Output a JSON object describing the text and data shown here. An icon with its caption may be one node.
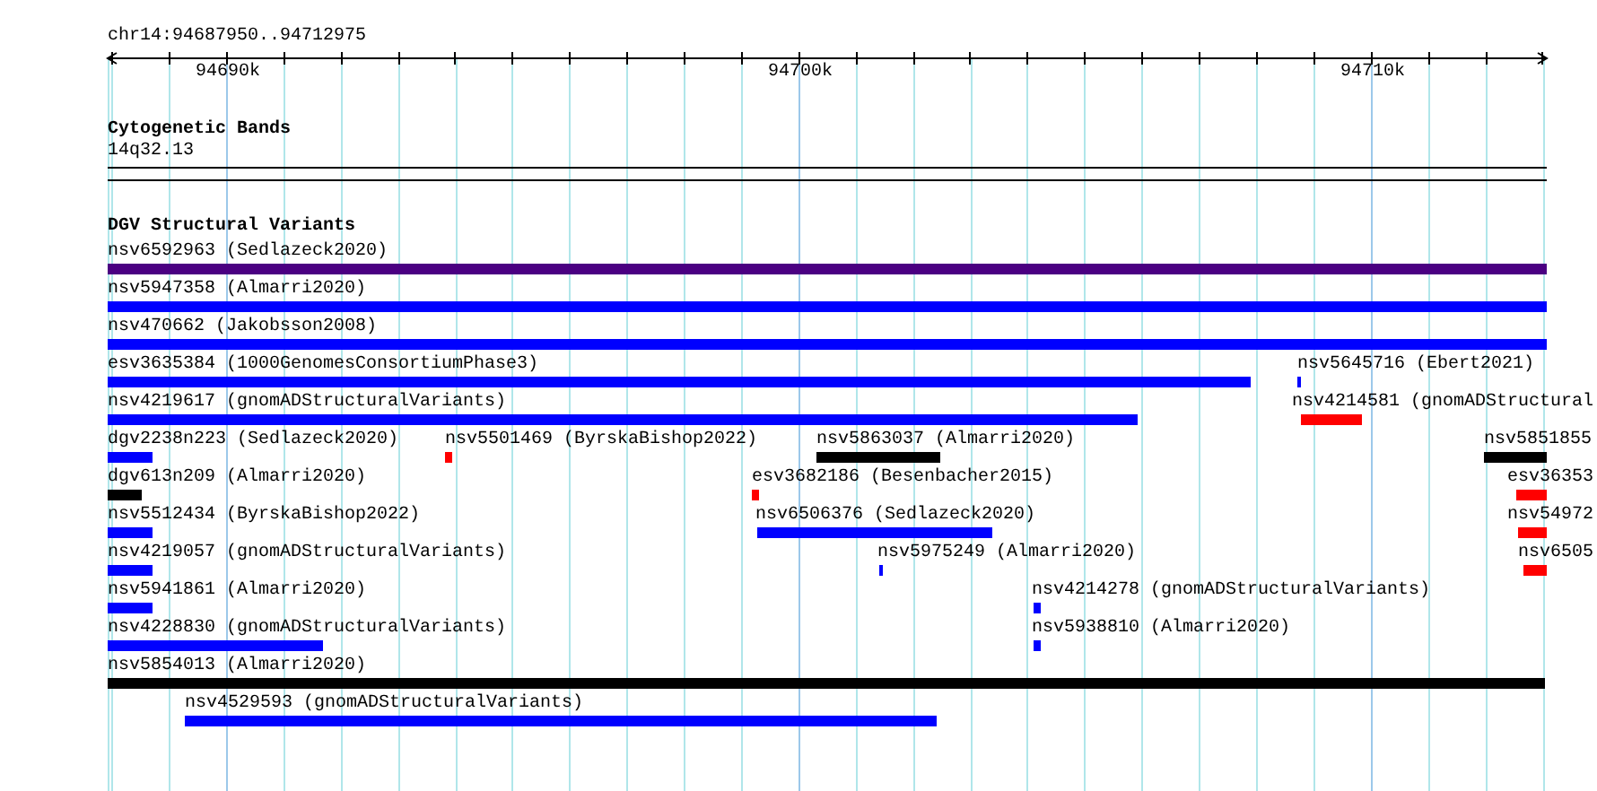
{
  "diagram": {
    "title": "chr14:94687950..94712975",
    "labels": [
      "94690k",
      "94700k",
      "94710k",
      "Cytogenetic Bands",
      "14q32.13",
      "DGV Structural Variants",
      "nsv6592963 (Sedlazeck2020)",
      "nsv5947358 (Almarri2020)",
      "nsv470662 (Jakobsson2008)",
      "esv3635384 (1000GenomesConsortiumPhase3)",
      "nsv5645716 (Ebert2021)",
      "nsv4219617 (gnomADStructuralVariants)",
      "nsv4214581 (gnomADStructural",
      "dgv2238n223 (Sedlazeck2020)",
      "nsv5501469 (ByrskaBishop2022)",
      "nsv5863037 (Almarri2020)",
      "nsv5851855",
      "dgv613n209 (Almarri2020)",
      "esv3682186 (Besenbacher2015)",
      "esv36353",
      "nsv5512434 (ByrskaBishop2022)",
      "nsv6506376 (Sedlazeck2020)",
      "nsv54972",
      "nsv4219057 (gnomADStructuralVariants)",
      "nsv5975249 (Almarri2020)",
      "nsv6505",
      "nsv5941861 (Almarri2020)",
      "nsv4214278 (gnomADStructuralVariants)",
      "nsv4228830 (gnomADStructuralVariants)",
      "nsv5938810 (Almarri2020)",
      "nsv5854013 (Almarri2020)",
      "nsv4529593 (gnomADStructuralVariants)"
    ]
  }
}
